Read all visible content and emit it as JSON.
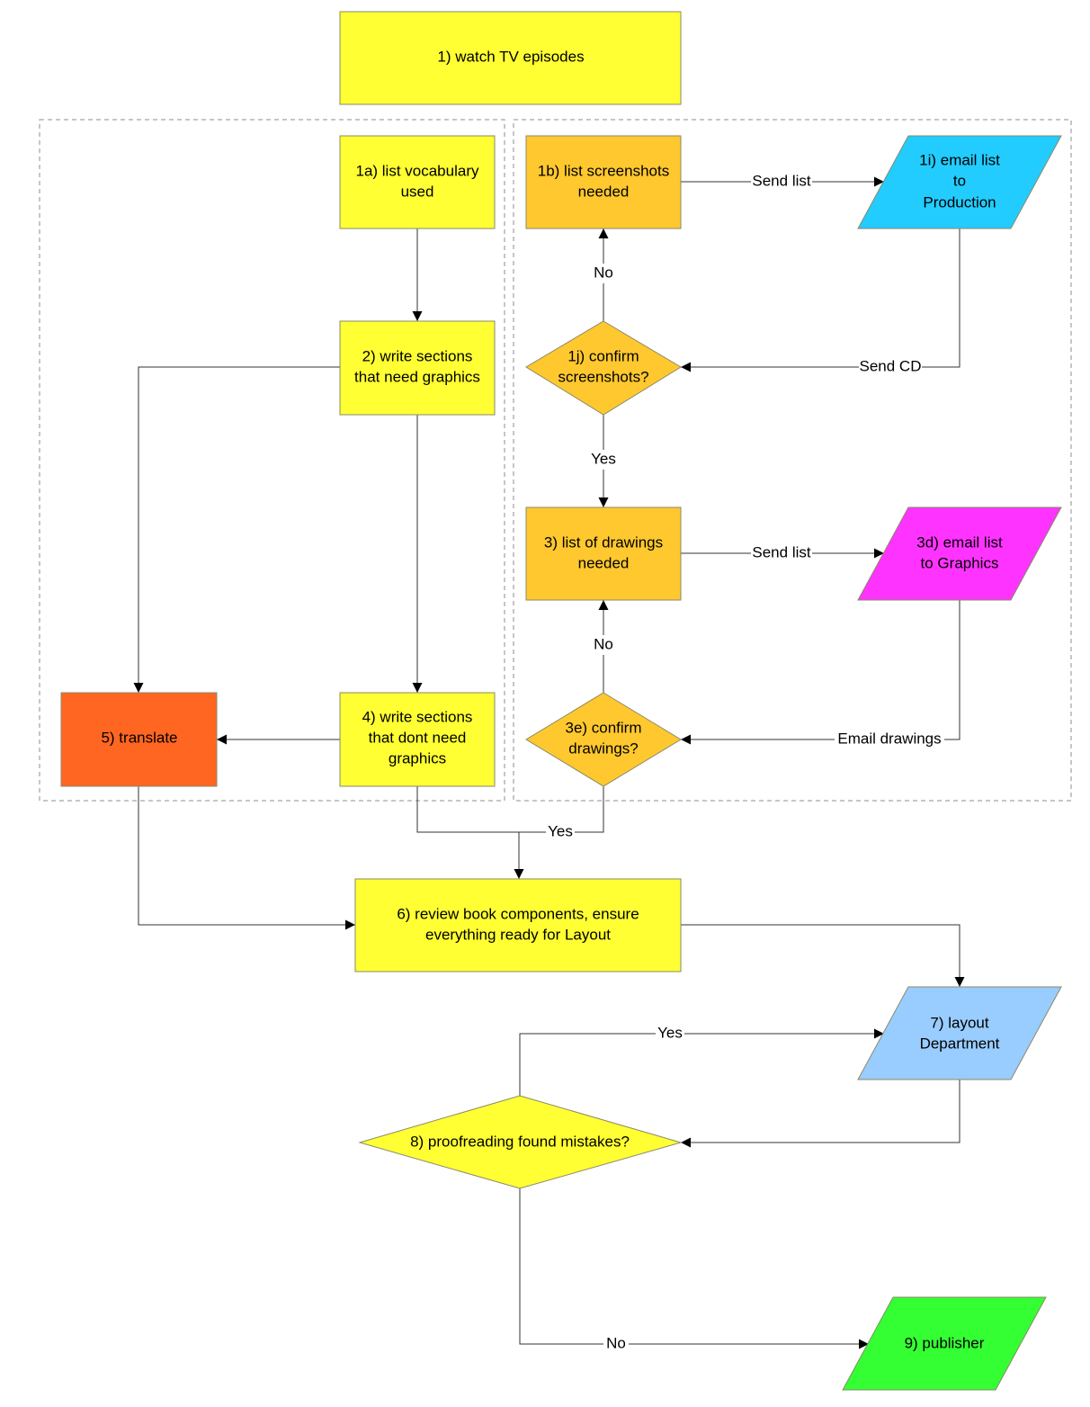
{
  "colors": {
    "yellow": "#FFFF33",
    "orange_light": "#FFC82E",
    "orange_dark": "#FF6622",
    "cyan": "#22CCFF",
    "magenta": "#FF33FF",
    "light_blue": "#99CCFF",
    "green": "#33FF33"
  },
  "nodes": {
    "n1": [
      "1) watch TV episodes"
    ],
    "n1a": [
      "1a) list vocabulary",
      "used"
    ],
    "n2": [
      "2) write sections",
      "that need graphics"
    ],
    "n4": [
      "4) write sections",
      "that dont need",
      "graphics"
    ],
    "n5": [
      "5) translate"
    ],
    "n1b": [
      "1b) list screenshots",
      "needed"
    ],
    "n1i": [
      "1i) email list",
      "to",
      "Production"
    ],
    "n1j": [
      "1j) confirm",
      "screenshots?"
    ],
    "n3": [
      "3) list of drawings",
      "needed"
    ],
    "n3d": [
      "3d) email list",
      "to Graphics"
    ],
    "n3e": [
      "3e) confirm",
      "drawings?"
    ],
    "n6": [
      "6) review book components, ensure",
      "everything ready for Layout"
    ],
    "n7": [
      "7) layout",
      "Department"
    ],
    "n8": [
      "8) proofreading found mistakes?"
    ],
    "n9": [
      "9) publisher"
    ]
  },
  "edge_labels": {
    "send_list_1": "Send list",
    "send_cd": "Send CD",
    "no_1j": "No",
    "yes_1j": "Yes",
    "send_list_2": "Send list",
    "email_drawings": "Email drawings",
    "no_3e": "No",
    "yes_3e": "Yes",
    "yes_8": "Yes",
    "no_8": "No"
  }
}
